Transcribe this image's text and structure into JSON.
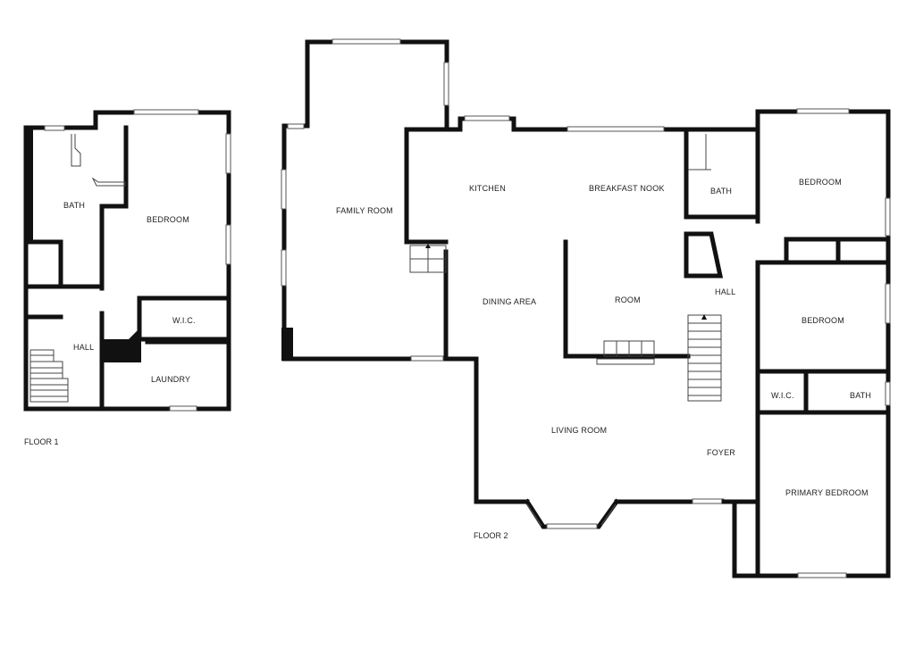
{
  "floors": [
    {
      "label": "FLOOR 1",
      "rooms": [
        "BATH",
        "BEDROOM",
        "W.I.C.",
        "HALL",
        "LAUNDRY"
      ]
    },
    {
      "label": "FLOOR 2",
      "rooms": [
        "FAMILY ROOM",
        "KITCHEN",
        "BREAKFAST NOOK",
        "BATH",
        "BEDROOM",
        "DINING AREA",
        "ROOM",
        "HALL",
        "BEDROOM",
        "W.I.C.",
        "BATH",
        "LIVING ROOM",
        "FOYER",
        "PRIMARY BEDROOM"
      ]
    }
  ]
}
